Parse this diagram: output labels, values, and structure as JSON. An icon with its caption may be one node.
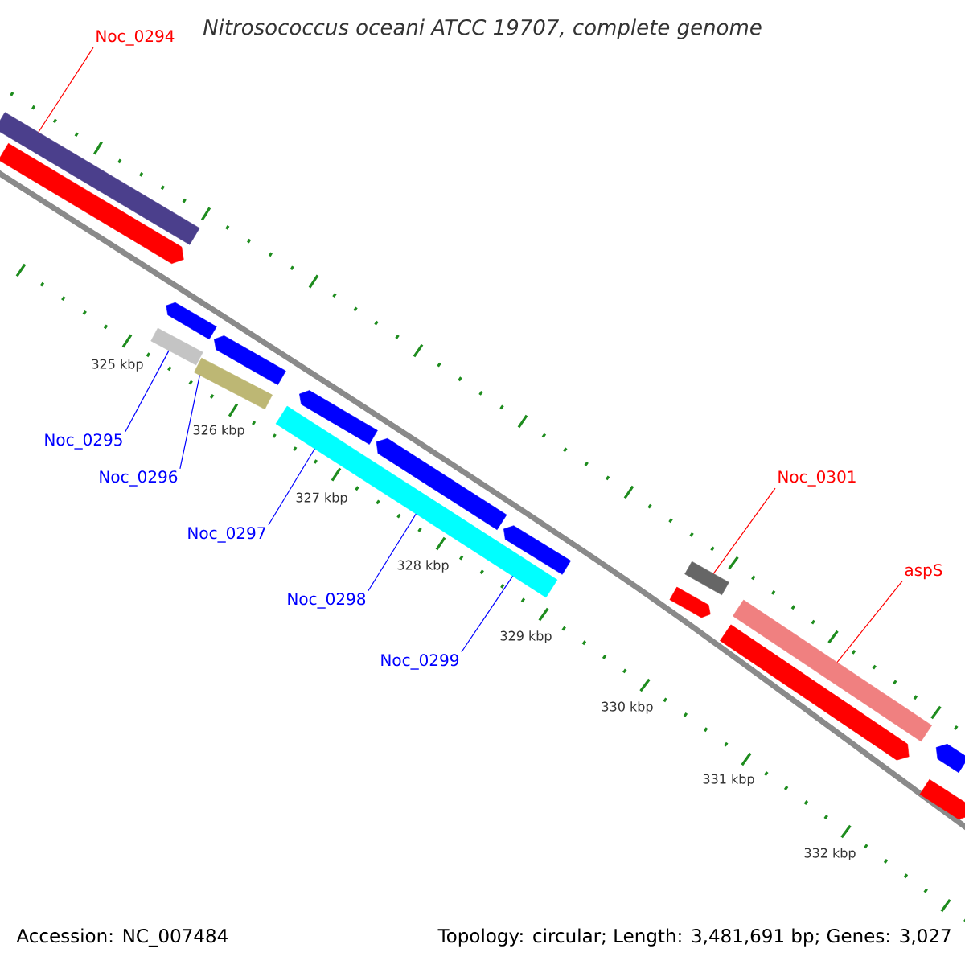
{
  "diagram": {
    "title": "Nitrosococcus oceani ATCC 19707, complete genome",
    "nodes": [
      {
        "text": [
          "Noc_0294"
        ]
      },
      {
        "text": [],
        "shape": "bar"
      },
      {
        "text": [],
        "shape": "arrow"
      },
      {
        "text": [],
        "shape": "arrow"
      },
      {
        "text": [],
        "shape": "bar"
      },
      {
        "text": [],
        "shape": "arrow"
      },
      {
        "text": [],
        "shape": "bar"
      },
      {
        "text": [
          "Noc_0295"
        ]
      },
      {
        "text": [
          "Noc_0296"
        ]
      },
      {
        "text": [],
        "shape": "arrow"
      },
      {
        "text": [],
        "shape": "bar"
      },
      {
        "text": [],
        "shape": "arrow"
      },
      {
        "text": [],
        "shape": "arrow"
      },
      {
        "text": [
          "Noc_0297"
        ]
      },
      {
        "text": [
          "Noc_0298"
        ]
      },
      {
        "text": [
          "Noc_0299"
        ]
      },
      {
        "text": [
          "Noc_0301"
        ]
      },
      {
        "text": [],
        "shape": "bar"
      },
      {
        "text": [],
        "shape": "arrow"
      },
      {
        "text": [
          "aspS"
        ]
      },
      {
        "text": [],
        "shape": "bar"
      },
      {
        "text": [],
        "shape": "arrow"
      },
      {
        "text": [],
        "shape": "arrow"
      },
      {
        "text": [],
        "shape": "arrow"
      }
    ],
    "edges": [
      {
        "from": 0,
        "to": 1,
        "arrow": "none",
        "color": "#ff0000"
      },
      {
        "from": 7,
        "to": 4,
        "arrow": "none"
      },
      {
        "from": 8,
        "to": 6,
        "arrow": "none"
      },
      {
        "from": 13,
        "to": 10,
        "arrow": "none"
      },
      {
        "from": 14,
        "to": 10,
        "arrow": "none"
      },
      {
        "from": 15,
        "to": 10,
        "arrow": "none"
      },
      {
        "from": 16,
        "to": 17,
        "arrow": "none",
        "color": "#ff0000"
      },
      {
        "from": 19,
        "to": 20,
        "arrow": "none",
        "color": "#ff0000"
      }
    ],
    "labels": [
      "325 kbp",
      "326 kbp",
      "327 kbp",
      "328 kbp",
      "329 kbp",
      "330 kbp",
      "331 kbp",
      "332 kbp",
      "Accession: NC_007484",
      "Topology: circular; Length: 3,481,691 bp; Genes: 3,027"
    ]
  }
}
